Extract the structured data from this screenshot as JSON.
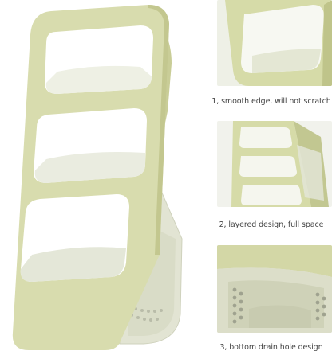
{
  "colors": {
    "product": "#d8dcae",
    "product_shadow": "#b8bd86",
    "product_dark": "#a4a873",
    "transparent_body": "#d9dcc8",
    "background": "#ffffff",
    "thumb_bg": "#eef0e6",
    "caption_text": "#444444"
  },
  "captions": [
    {
      "text": "1, smooth edge, will not scratch"
    },
    {
      "text": "2, layered design, full space"
    },
    {
      "text": "3, bottom drain hole design"
    }
  ]
}
